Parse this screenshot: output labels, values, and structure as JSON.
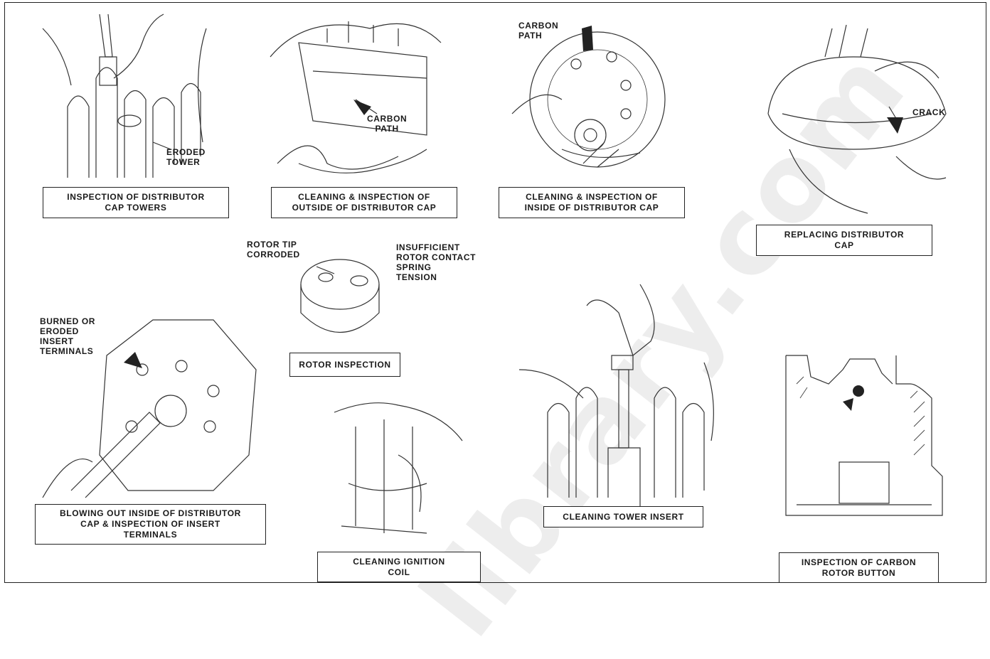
{
  "captions": {
    "cap_towers": "INSPECTION OF DISTRIBUTOR\nCAP TOWERS",
    "outside_cap": "CLEANING & INSPECTION OF\nOUTSIDE OF DISTRIBUTOR CAP",
    "inside_cap": "CLEANING & INSPECTION OF\nINSIDE OF DISTRIBUTOR CAP",
    "replacing_cap": "REPLACING DISTRIBUTOR\nCAP",
    "rotor": "ROTOR INSPECTION",
    "blowing_out": "BLOWING OUT INSIDE OF DISTRIBUTOR\nCAP & INSPECTION OF INSERT\nTERMINALS",
    "coil": "CLEANING IGNITION\nCOIL",
    "tower_insert": "CLEANING TOWER INSERT",
    "carbon_button": "INSPECTION OF CARBON\nROTOR BUTTON"
  },
  "labels": {
    "eroded_tower": "ERODED\nTOWER",
    "carbon_path_outside": "CARBON\nPATH",
    "carbon_path_inside": "CARBON\nPATH",
    "crack": "CRACK",
    "rotor_tip": "ROTOR TIP\nCORRODED",
    "spring_tension": "INSUFFICIENT\nROTOR CONTACT\nSPRING\nTENSION",
    "burned_terminals": "BURNED OR\nERODED\nINSERT\nTERMINALS"
  },
  "watermark": "library.com"
}
